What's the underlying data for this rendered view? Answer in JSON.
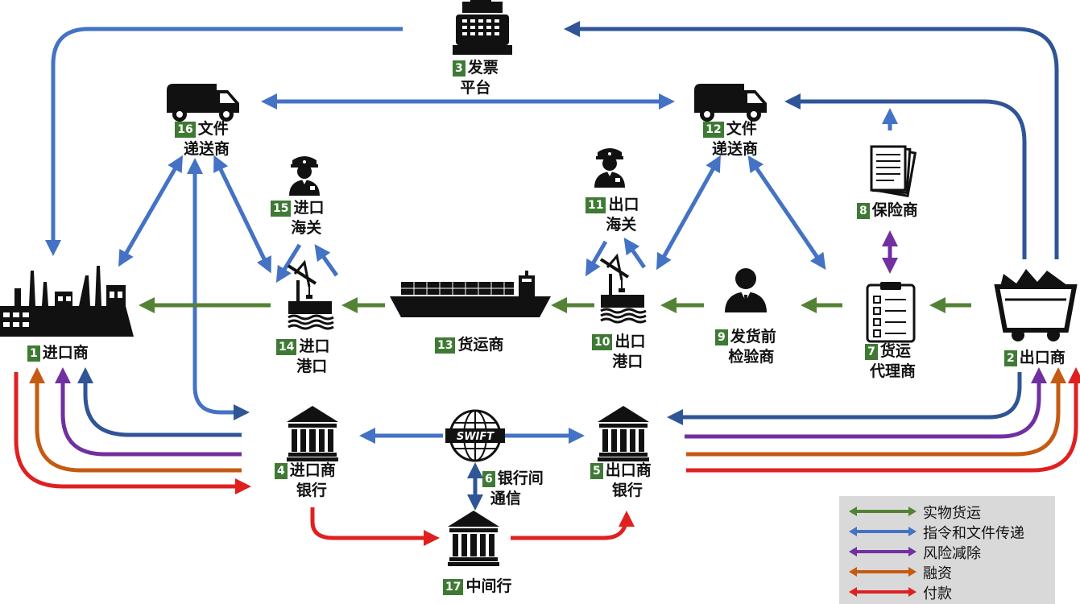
{
  "colors": {
    "physical": "#548235",
    "instruction": "#4472c4",
    "risk": "#7030a0",
    "finance": "#c55a11",
    "payment": "#e02020",
    "dark_arrow": "#2f5597",
    "badge": "#3f7a35",
    "icon": "#111111"
  },
  "nodes": {
    "importer": {
      "num": "1",
      "line1": "进口商",
      "icon": "factory-icon"
    },
    "exporter": {
      "num": "2",
      "line1": "出口商",
      "icon": "mine-cart-icon"
    },
    "invoice_platform": {
      "num": "3",
      "line1": "发票",
      "line2": "平台",
      "icon": "cash-register-icon"
    },
    "importer_bank": {
      "num": "4",
      "line1": "进口商",
      "line2": "银行",
      "icon": "bank-icon"
    },
    "exporter_bank": {
      "num": "5",
      "line1": "出口商",
      "line2": "银行",
      "icon": "bank-icon"
    },
    "interbank": {
      "num": "6",
      "line1": "银行间",
      "line2": "通信",
      "icon": "swift-globe-icon",
      "icon_text": "SWIFT"
    },
    "forwarder": {
      "num": "7",
      "line1": "货运",
      "line2": "代理商",
      "icon": "clipboard-icon"
    },
    "insurer": {
      "num": "8",
      "line1": "保险商",
      "icon": "documents-icon"
    },
    "inspector": {
      "num": "9",
      "line1": "发货前",
      "line2": "检验商",
      "icon": "inspector-icon"
    },
    "export_port": {
      "num": "10",
      "line1": "出口",
      "line2": "港口",
      "icon": "port-crane-icon"
    },
    "export_customs": {
      "num": "11",
      "line1": "出口",
      "line2": "海关",
      "icon": "customs-officer-icon"
    },
    "export_courier": {
      "num": "12",
      "line1": "文件",
      "line2": "递送商",
      "icon": "van-icon"
    },
    "carrier": {
      "num": "13",
      "line1": "货运商",
      "icon": "container-ship-icon"
    },
    "import_port": {
      "num": "14",
      "line1": "进口",
      "line2": "港口",
      "icon": "port-crane-icon"
    },
    "import_customs": {
      "num": "15",
      "line1": "进口",
      "line2": "海关",
      "icon": "customs-officer-icon"
    },
    "import_courier": {
      "num": "16",
      "line1": "文件",
      "line2": "递送商",
      "icon": "van-icon"
    },
    "correspondent": {
      "num": "17",
      "line1": "中间行",
      "icon": "bank-icon"
    }
  },
  "legend": [
    {
      "label": "实物货运",
      "color": "#548235"
    },
    {
      "label": "指令和文件传递",
      "color": "#4472c4"
    },
    {
      "label": "风险减除",
      "color": "#7030a0"
    },
    {
      "label": "融资",
      "color": "#c55a11"
    },
    {
      "label": "付款",
      "color": "#e02020"
    }
  ]
}
